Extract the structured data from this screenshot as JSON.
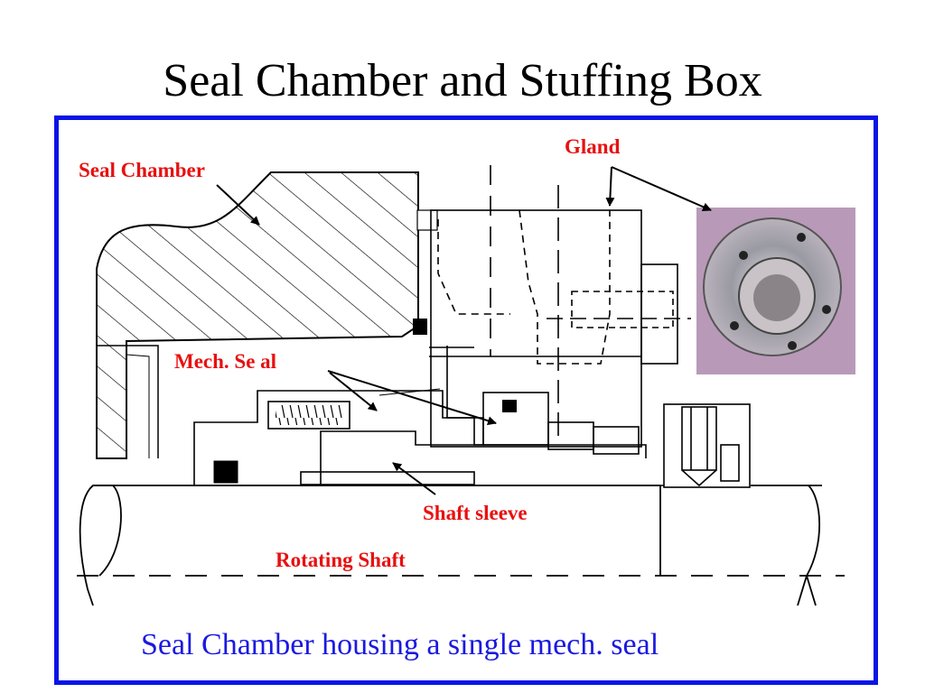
{
  "title": "Seal Chamber and Stuffing Box",
  "labels": {
    "seal_chamber": "Seal Chamber",
    "gland": "Gland",
    "mech_seal": "Mech. Se al",
    "shaft_sleeve": "Shaft sleeve",
    "rotating_shaft": "Rotating Shaft"
  },
  "caption": "Seal Chamber housing a single mech. seal",
  "colors": {
    "frame_border": "#0a14e6",
    "label_red": "#e81010",
    "caption_blue": "#1a1ae0"
  },
  "photo": {
    "subject": "gland-photo",
    "icon": "flanged-gland-ring"
  }
}
